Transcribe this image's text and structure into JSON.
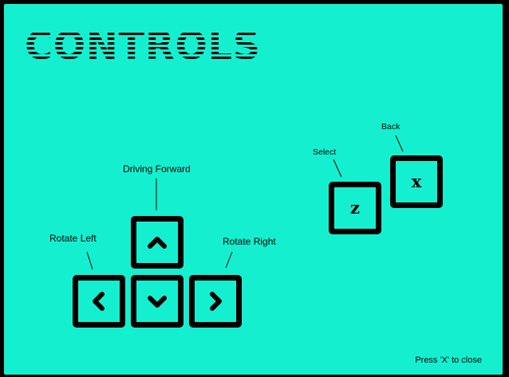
{
  "screen": {
    "title": "CONTROLS",
    "footer": "Press 'X' to close"
  },
  "labels": {
    "forward": "Driving Forward",
    "left": "Rotate Left",
    "right": "Rotate Right",
    "select": "Select",
    "back": "Back"
  },
  "keys": {
    "select_letter": "z",
    "back_letter": "x"
  },
  "colors": {
    "background": "#14f0cf",
    "frame": "#000000",
    "ink": "#000000"
  }
}
